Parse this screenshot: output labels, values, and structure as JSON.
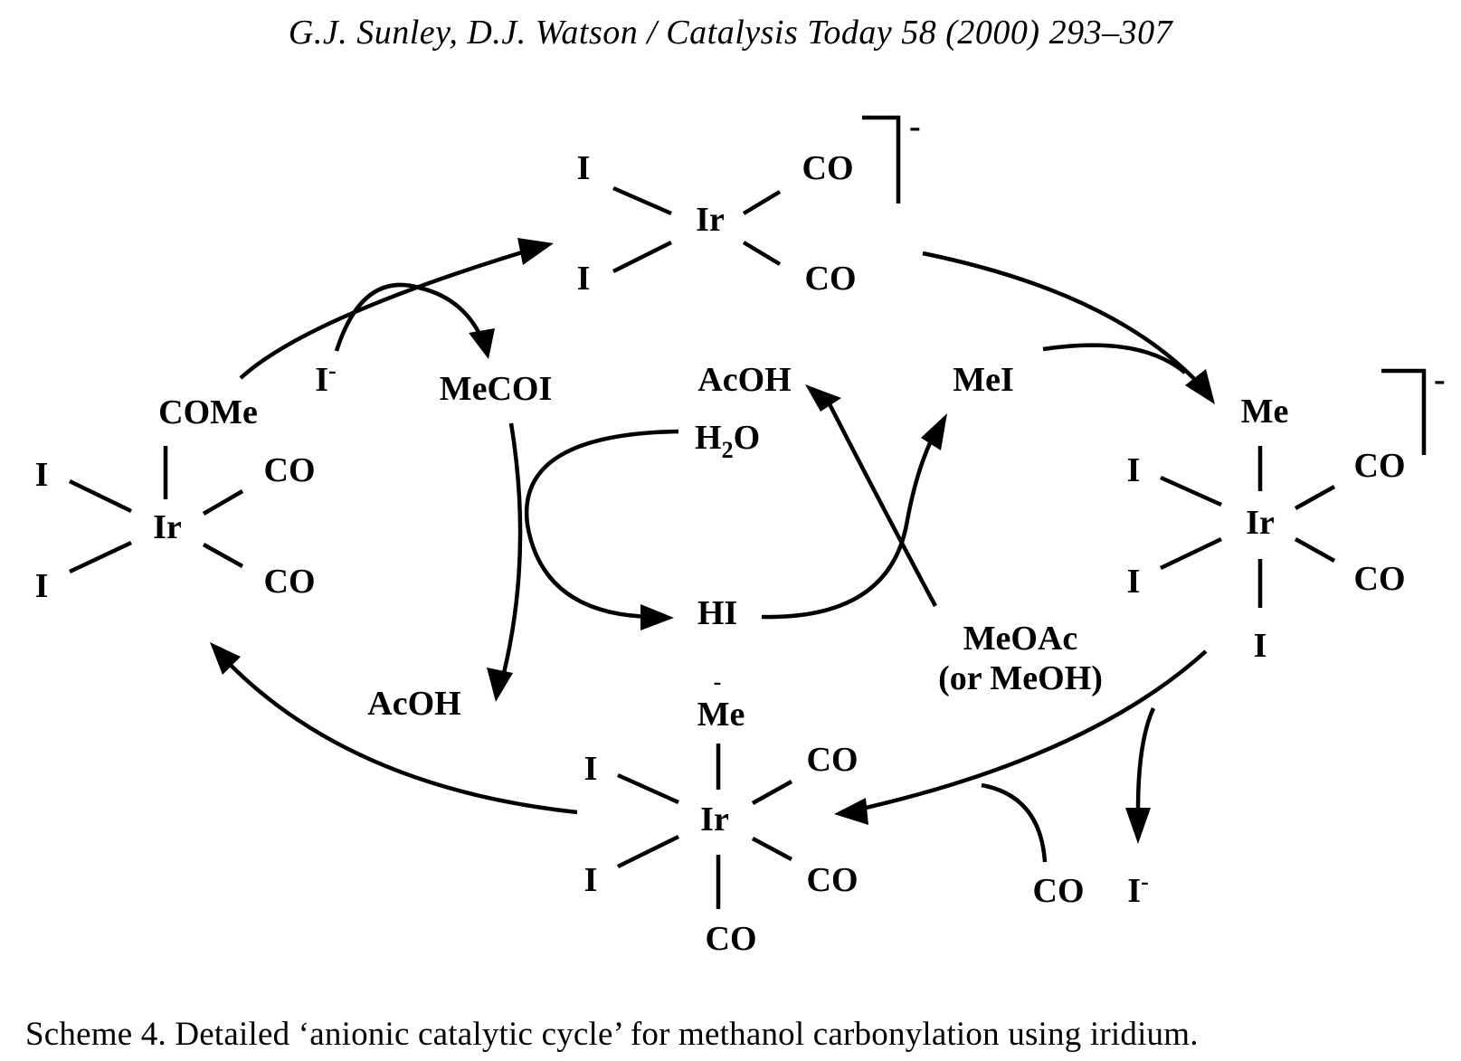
{
  "header": {
    "text": "G.J. Sunley, D.J. Watson / Catalysis Today 58 (2000) 293–307"
  },
  "caption": {
    "text": "Scheme 4. Detailed ‘anionic catalytic cycle’ for methanol carbonylation using iridium."
  },
  "diagram": {
    "complex_top": {
      "metal": "Ir",
      "ligand_ul": "I",
      "ligand_ll": "I",
      "ligand_ur": "CO",
      "ligand_lr": "CO",
      "charge": "-"
    },
    "complex_right": {
      "metal": "Ir",
      "ligand_top": "Me",
      "ligand_ul": "I",
      "ligand_ll": "I",
      "ligand_ur": "CO",
      "ligand_lr": "CO",
      "ligand_bottom": "I",
      "charge": "-"
    },
    "complex_bottom": {
      "metal": "Ir",
      "ligand_top": "Me",
      "ligand_ul": "I",
      "ligand_ll": "I",
      "ligand_ur": "CO",
      "ligand_lr": "CO",
      "ligand_bottom": "CO",
      "charge": "-"
    },
    "complex_left": {
      "metal": "Ir",
      "ligand_top": "COMe",
      "ligand_ul": "I",
      "ligand_ll": "I",
      "ligand_ur": "CO",
      "ligand_lr": "CO"
    },
    "species": {
      "iodide_in_left": "I",
      "iodide_charge": "-",
      "mecoi": "MeCOI",
      "acoh_center": "AcOH",
      "h2o_h": "H",
      "h2o_sub": "2",
      "h2o_o": "O",
      "mei": "MeI",
      "hi": "HI",
      "acoh_lower": "AcOH",
      "meoac": "MeOAc",
      "or_meoh": "(or MeOH)",
      "co_in": "CO",
      "iodide_out": "I",
      "iodide_out_charge": "-"
    }
  }
}
